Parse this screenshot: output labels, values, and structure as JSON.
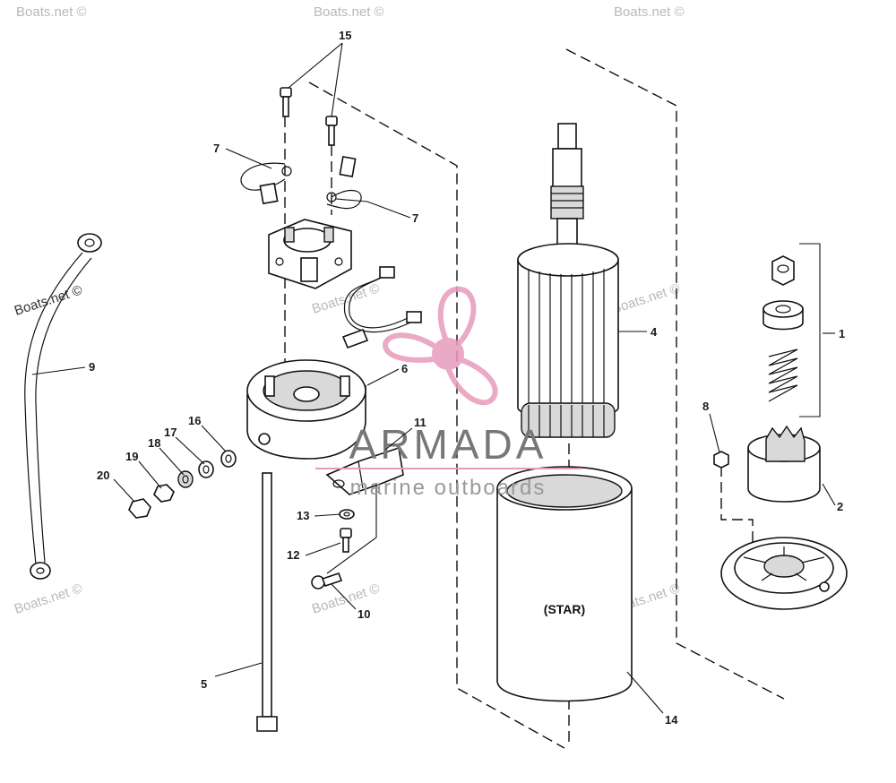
{
  "diagram": {
    "callouts": [
      {
        "id": "c1",
        "label": "1"
      },
      {
        "id": "c2",
        "label": "2"
      },
      {
        "id": "c4",
        "label": "4"
      },
      {
        "id": "c5",
        "label": "5"
      },
      {
        "id": "c6",
        "label": "6"
      },
      {
        "id": "c7a",
        "label": "7"
      },
      {
        "id": "c7b",
        "label": "7"
      },
      {
        "id": "c8",
        "label": "8"
      },
      {
        "id": "c9",
        "label": "9"
      },
      {
        "id": "c10",
        "label": "10"
      },
      {
        "id": "c11",
        "label": "11"
      },
      {
        "id": "c12",
        "label": "12"
      },
      {
        "id": "c13",
        "label": "13"
      },
      {
        "id": "c14",
        "label": "14"
      },
      {
        "id": "c15",
        "label": "15"
      },
      {
        "id": "c16",
        "label": "16"
      },
      {
        "id": "c17",
        "label": "17"
      },
      {
        "id": "c18",
        "label": "18"
      },
      {
        "id": "c19",
        "label": "19"
      },
      {
        "id": "c20",
        "label": "20"
      }
    ],
    "frame_marking": "(STAR)"
  },
  "watermarks": {
    "site": "Boats.net ©",
    "brand_name": "ARMADA",
    "brand_tagline": "marine outboards"
  },
  "colors": {
    "line": "#111111",
    "brand_pink": "#e79bbb",
    "brand_text": "#777777",
    "watermark": "#b8b8b8"
  }
}
